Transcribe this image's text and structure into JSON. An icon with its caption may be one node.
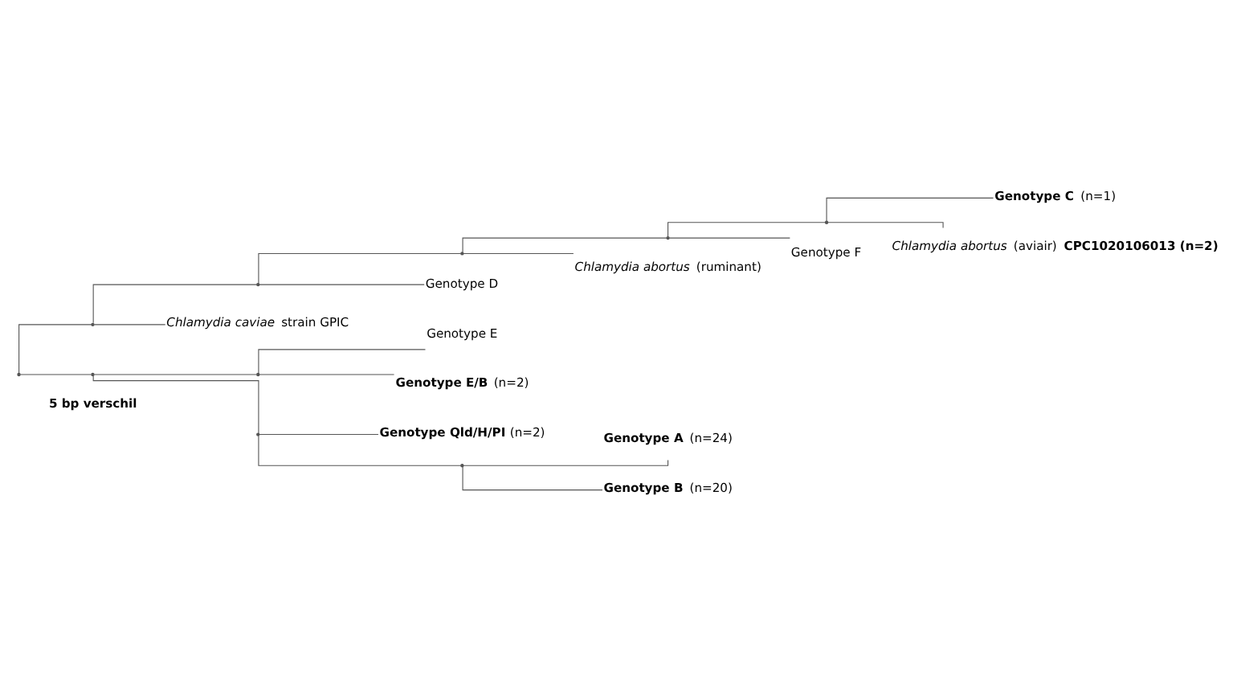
{
  "diagram": {
    "nodes": [
      {
        "text": [],
        "shape": "point"
      },
      {
        "text": [],
        "shape": "point"
      },
      {
        "text": [],
        "shape": "point"
      },
      {
        "text": [],
        "shape": "point"
      },
      {
        "text": [],
        "shape": "point"
      },
      {
        "text": [],
        "shape": "point"
      },
      {
        "text": [
          "**Genotype C** (n=1)"
        ]
      },
      {
        "text": [
          "*Chlamydia abortus* (aviair) **CPC1020106013 (n=2)**"
        ]
      },
      {
        "text": [
          "Genotype F"
        ]
      },
      {
        "text": [
          "*Chlamydia abortus* (ruminant)"
        ]
      },
      {
        "text": [
          "Genotype D"
        ]
      },
      {
        "text": [
          "*Chlamydia caviae* strain GPIC"
        ]
      },
      {
        "text": [],
        "shape": "point"
      },
      {
        "text": [],
        "shape": "point"
      },
      {
        "text": [
          "Genotype E"
        ]
      },
      {
        "text": [
          "**Genotype E/B** (n=2)"
        ]
      },
      {
        "text": [],
        "shape": "point"
      },
      {
        "text": [
          "**Genotype Qld/H/PI** (n=2)"
        ]
      },
      {
        "text": [],
        "shape": "point"
      },
      {
        "text": [
          "**Genotype A** (n=24)"
        ]
      },
      {
        "text": [
          "**Genotype B** (n=20)"
        ]
      }
    ],
    "edges": [
      {
        "from": 0,
        "to": 1,
        "arrow": "none"
      },
      {
        "from": 0,
        "to": 12,
        "arrow": "none"
      },
      {
        "from": 1,
        "to": 2,
        "arrow": "none"
      },
      {
        "from": 1,
        "to": 11,
        "arrow": "none"
      },
      {
        "from": 2,
        "to": 3,
        "arrow": "none"
      },
      {
        "from": 2,
        "to": 10,
        "arrow": "none"
      },
      {
        "from": 3,
        "to": 4,
        "arrow": "none"
      },
      {
        "from": 3,
        "to": 9,
        "arrow": "none"
      },
      {
        "from": 4,
        "to": 5,
        "arrow": "none"
      },
      {
        "from": 4,
        "to": 8,
        "arrow": "none"
      },
      {
        "from": 5,
        "to": 6,
        "arrow": "none"
      },
      {
        "from": 5,
        "to": 7,
        "arrow": "none"
      },
      {
        "from": 12,
        "to": 13,
        "arrow": "none"
      },
      {
        "from": 12,
        "to": 16,
        "arrow": "none"
      },
      {
        "from": 13,
        "to": 14,
        "arrow": "none"
      },
      {
        "from": 13,
        "to": 15,
        "arrow": "none"
      },
      {
        "from": 16,
        "to": 17,
        "arrow": "none"
      },
      {
        "from": 16,
        "to": 18,
        "arrow": "none"
      },
      {
        "from": 18,
        "to": 19,
        "arrow": "none"
      },
      {
        "from": 18,
        "to": 20,
        "arrow": "none"
      }
    ],
    "labels": [
      "**5 bp verschil**"
    ]
  }
}
